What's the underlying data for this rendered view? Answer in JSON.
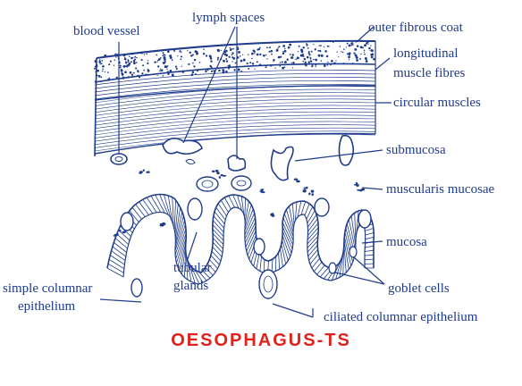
{
  "colors": {
    "ink": "#1f3c8c",
    "title": "#e3201b",
    "background": "#ffffff"
  },
  "labels": {
    "blood_vessel": "blood vessel",
    "lymph_spaces": "lymph spaces",
    "outer_fibrous_coat": "outer fibrous coat",
    "longitudinal_muscle_1": "longitudinal",
    "longitudinal_muscle_2": "muscle fibres",
    "circular_muscles": "circular muscles",
    "submucosa": "submucosa",
    "muscularis_mucosae": "muscularis mucosae",
    "mucosa": "mucosa",
    "tubular_glands_1": "tubular",
    "tubular_glands_2": "glands",
    "goblet_cells": "goblet cells",
    "simple_columnar_1": "simple columnar",
    "simple_columnar_2": "epithelium",
    "ciliated_columnar": "ciliated columnar epithelium"
  },
  "title": "OESOPHAGUS-TS"
}
